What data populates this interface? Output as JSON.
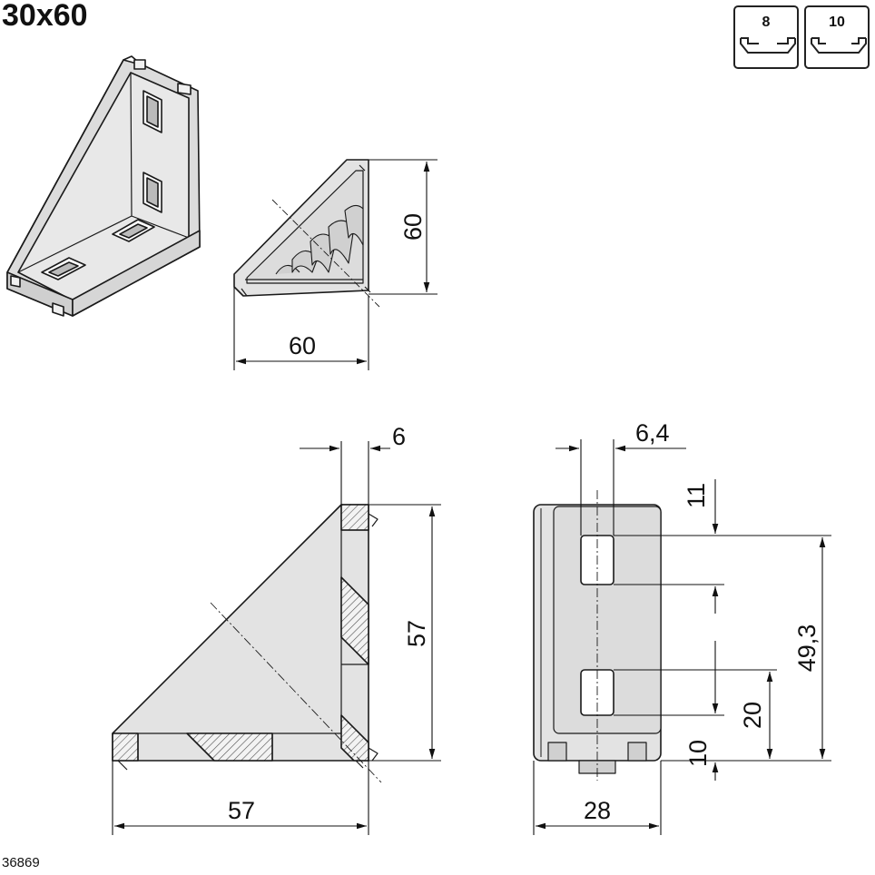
{
  "title": "30x60",
  "drawing_number": "36869",
  "slot_icons": [
    {
      "label": "8",
      "icon": "t-slot-8-icon"
    },
    {
      "label": "10",
      "icon": "t-slot-10-icon"
    }
  ],
  "dimensions": {
    "side_height": "60",
    "side_width": "60",
    "front_thickness": "6",
    "front_height": "57",
    "front_width": "57",
    "end_slot_width": "6,4",
    "end_top": "11",
    "end_total": "49,3",
    "end_slot_pos": "20",
    "end_bottom": "10",
    "end_width": "28"
  },
  "colors": {
    "fill": "#e3e3e3",
    "line": "#1a1a1a",
    "hatch": "#555555"
  }
}
